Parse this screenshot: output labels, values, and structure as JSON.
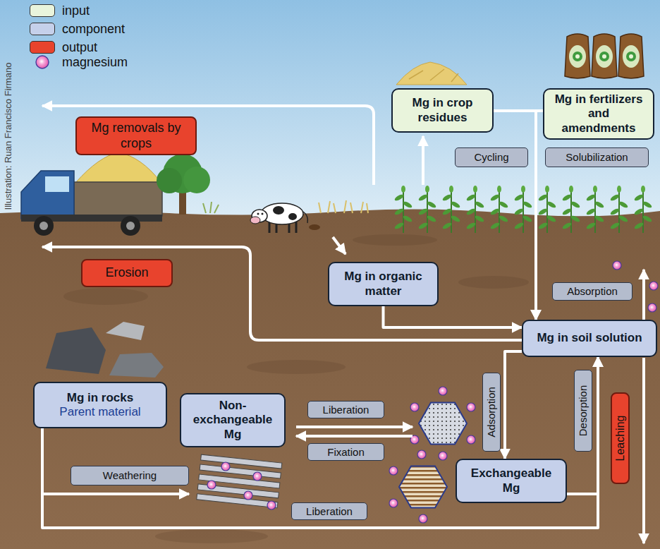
{
  "diagram": {
    "nodes": [
      {
        "text": [
          "Mg removals by crops"
        ]
      },
      {
        "text": [
          "Mg in crop residues"
        ]
      },
      {
        "text": [
          "Mg in fertilizers and amendments"
        ]
      },
      {
        "text": [
          "Cycling"
        ]
      },
      {
        "text": [
          "Solubilization"
        ]
      },
      {
        "text": [
          "Erosion"
        ]
      },
      {
        "text": [
          "Mg in organic matter"
        ]
      },
      {
        "text": [
          "Absorption"
        ]
      },
      {
        "text": [
          "Mg in soil solution"
        ]
      },
      {
        "text": [
          "Mg in rocks",
          "Parent material"
        ]
      },
      {
        "text": [
          "Non- exchangeable Mg"
        ]
      },
      {
        "text": [
          "Liberation"
        ]
      },
      {
        "text": [
          "Fixation"
        ]
      },
      {
        "text": [
          "Adsorption"
        ]
      },
      {
        "text": [
          "Desorption"
        ]
      },
      {
        "text": [
          "Leaching"
        ]
      },
      {
        "text": [
          "Weathering"
        ]
      },
      {
        "text": [
          "Exchangeable Mg"
        ]
      },
      {
        "text": [
          "Liberation"
        ]
      }
    ],
    "edges": [
      {
        "from": 1,
        "to": 8,
        "arrow": "to"
      },
      {
        "from": 2,
        "to": 8,
        "arrow": "to"
      },
      {
        "from": 6,
        "to": 8,
        "arrow": "to"
      },
      {
        "from": 8,
        "to": 17,
        "arrow": "to"
      },
      {
        "from": 17,
        "to": 8,
        "arrow": "to"
      },
      {
        "from": 9,
        "to": 8,
        "arrow": "to"
      }
    ],
    "labels": [
      "Illustration: Ruan Francisco Firmano"
    ],
    "legend": [
      {
        "text": "input",
        "color": "#e9f4dc"
      },
      {
        "text": "component",
        "color": "#c5d0ea"
      },
      {
        "text": "output",
        "color": "#e8432d"
      },
      {
        "text": "magnesium"
      }
    ]
  }
}
